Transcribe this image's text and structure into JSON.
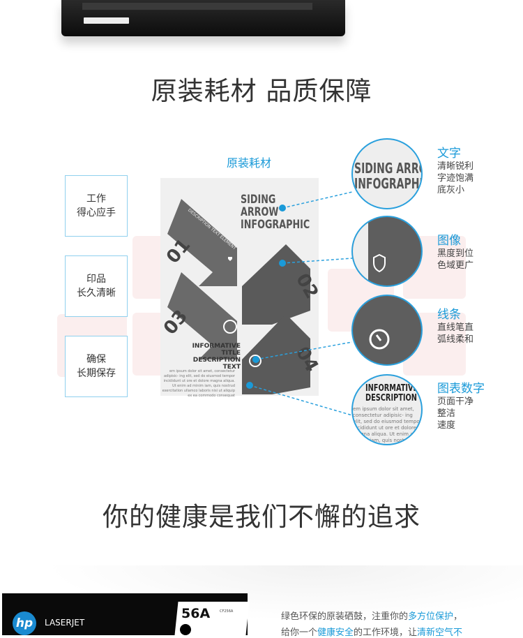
{
  "title1": "原装耗材 品质保障",
  "center_label": "原装耗材",
  "left_boxes": [
    {
      "line1": "工作",
      "line2": "得心应手"
    },
    {
      "line1": "印品",
      "line2": "长久清晰"
    },
    {
      "line1": "确保",
      "line2": "长期保存"
    }
  ],
  "infographic": {
    "heading1": "SIDING ARROW",
    "heading2": "INFOGRAPHIC",
    "items": [
      "01",
      "02",
      "03",
      "04"
    ],
    "desc1": "DESCRIPTION",
    "desc2": "TEXT ELEMENT",
    "info1": "INFORMATIVE TITLE",
    "info2": "DESCRIPTION TEXT",
    "lorem": "em ipsum dolor sit amet, consectetur adipisic- ing elit, sed do eiusmod tempor incididunt ut ore et dolore magna aliqua. Ut enim ad minim iam, quis nostrud exercitation ullamco laboris nisi ut aliquip ex ea commodo consequat"
  },
  "features": [
    {
      "title": "文字",
      "lines": [
        "清晰锐利",
        "字迹饱满",
        "底灰小"
      ]
    },
    {
      "title": "图像",
      "lines": [
        "黑度到位",
        "色域更广"
      ]
    },
    {
      "title": "线条",
      "lines": [
        "直线笔直",
        "弧线柔和"
      ]
    },
    {
      "title": "图表数字",
      "lines": [
        "页面干净",
        "整洁",
        "速度"
      ]
    }
  ],
  "title2": "你的健康是我们不懈的追求",
  "product": {
    "brand": "hp",
    "line": "LASERJET",
    "model": "56A",
    "code": "CF256A"
  },
  "bottom_text": {
    "p1": "绿色环保的原装硒鼓，注重你的",
    "p1_hl": "多方位保护",
    "p1_end": "，",
    "p2": "给你一个",
    "p2_hl": "健康安全",
    "p2_mid": "的工作环境，让",
    "p2_hl2": "清新空气不"
  },
  "colors": {
    "accent": "#1a9ad8",
    "border": "#8fd0ee"
  }
}
